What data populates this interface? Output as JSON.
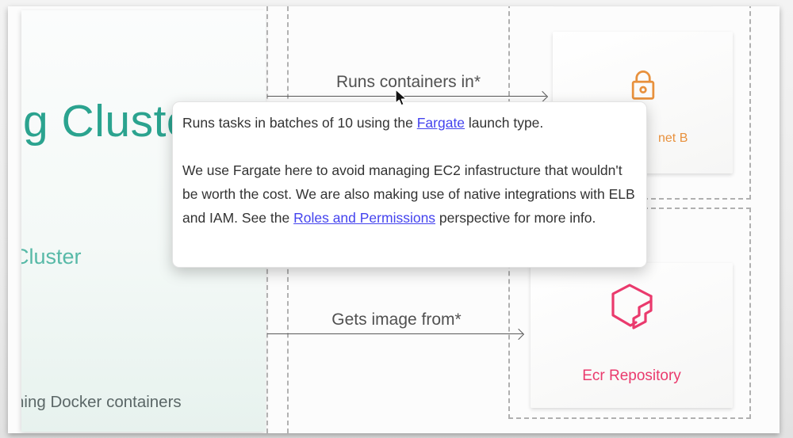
{
  "app": {
    "view": "architecture-diagram",
    "accent_teal": "#2BA38F",
    "accent_orange": "#E8913D",
    "accent_pink": "#EA3A6D",
    "link_color": "#4443EE"
  },
  "cluster_panel": {
    "heading": "g Cluster",
    "subheading": "Cluster",
    "caption": "ning Docker containers"
  },
  "edges": [
    {
      "label": "Runs containers in*"
    },
    {
      "label": "Gets image from*"
    }
  ],
  "tooltip": {
    "p1_before": "Runs tasks in batches of 10 using the ",
    "p1_link": "Fargate",
    "p1_after": " launch type.",
    "p2_before": "We use Fargate here to avoid managing EC2 infastructure that wouldn't be worth the cost. We are also making use of native integrations with ELB and IAM. See the ",
    "p2_link": "Roles and Permissions",
    "p2_after": " perspective for more info."
  },
  "subnet_node": {
    "label_visible": "net B",
    "icon": "lock-icon"
  },
  "ecr_node": {
    "label": "Ecr Repository",
    "icon": "ecr-cube-icon"
  }
}
